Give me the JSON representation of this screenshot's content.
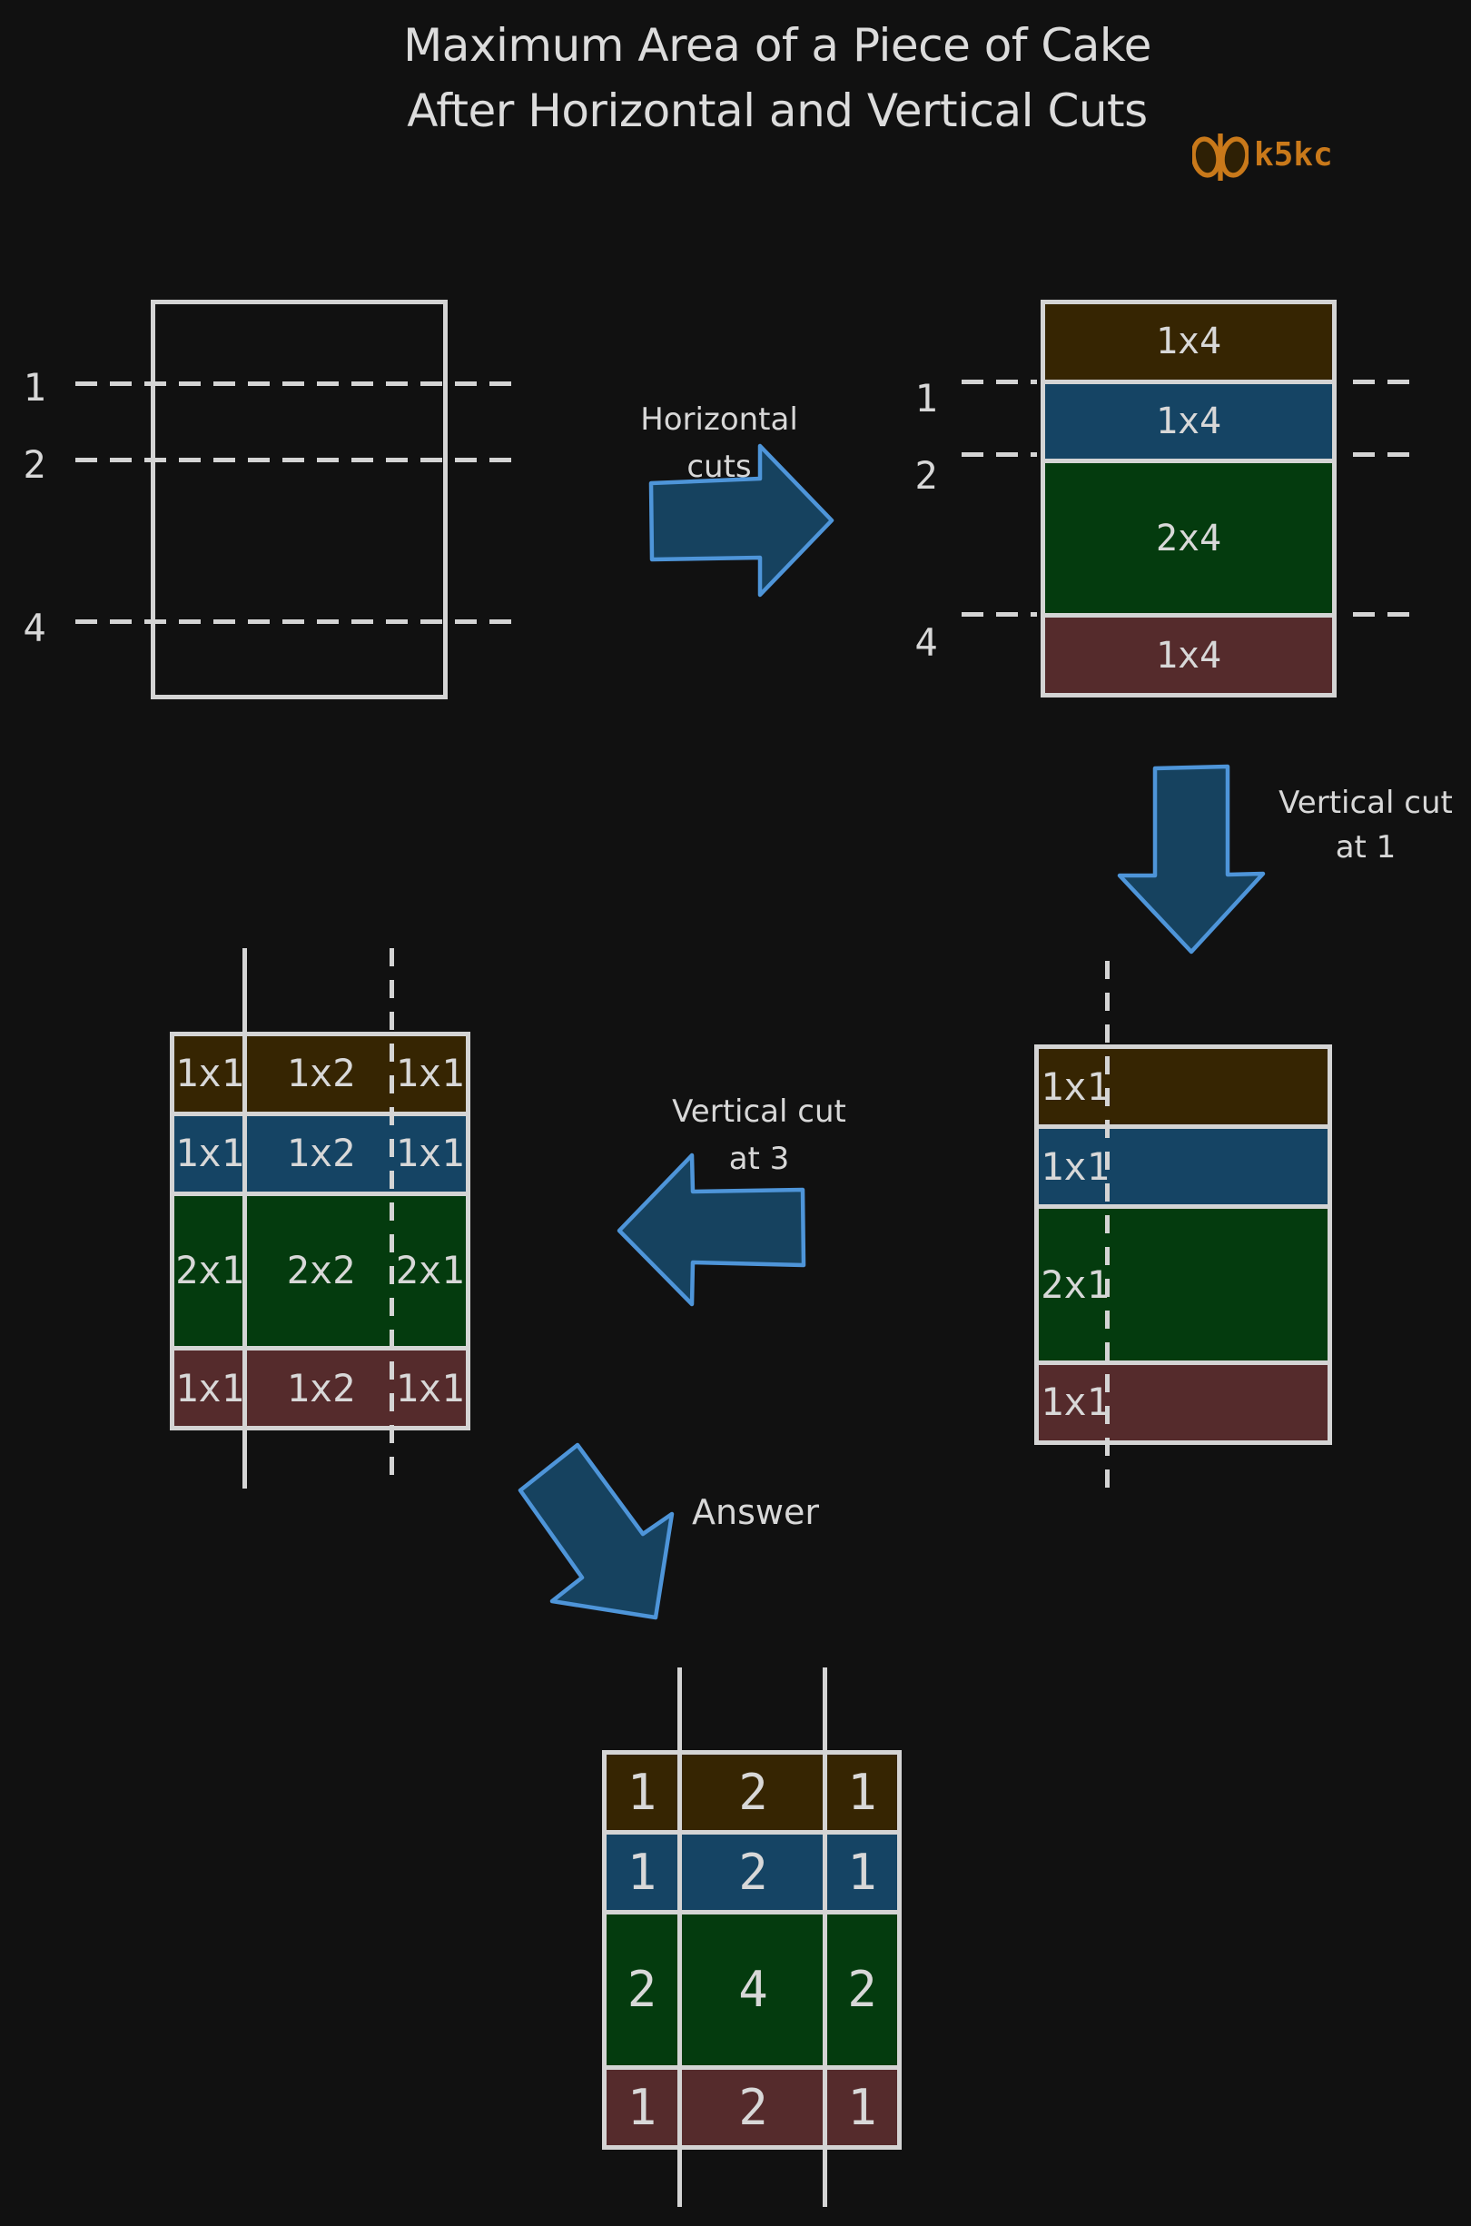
{
  "title": {
    "line1": "Maximum Area of a Piece of Cake",
    "line2": "After Horizontal and Vertical Cuts"
  },
  "logo": {
    "text": "k5kc"
  },
  "flow": {
    "horizontal_cuts": {
      "line1": "Horizontal",
      "line2": "cuts"
    },
    "vertical_cut_1": {
      "line1": "Vertical cut",
      "line2": "at 1"
    },
    "vertical_cut_3": {
      "line1": "Vertical cut",
      "line2": "at 3"
    },
    "answer": {
      "label": "Answer"
    }
  },
  "cakes": {
    "initial": {
      "cut_labels": [
        "1",
        "2",
        "4"
      ]
    },
    "after_horizontal_cuts": {
      "cut_labels": [
        "1",
        "2",
        "4"
      ],
      "pieces": [
        "1x4",
        "1x4",
        "2x4",
        "1x4"
      ]
    },
    "after_vertical_cut_at_1": {
      "pieces": [
        "1x1",
        "1x1",
        "2x1",
        "1x1"
      ]
    },
    "after_vertical_cut_at_3": {
      "rows": [
        [
          "1x1",
          "1x2",
          "1x1"
        ],
        [
          "1x1",
          "1x2",
          "1x1"
        ],
        [
          "2x1",
          "2x2",
          "2x1"
        ],
        [
          "1x1",
          "1x2",
          "1x1"
        ]
      ]
    },
    "answer_areas": {
      "rows": [
        [
          "1",
          "2",
          "1"
        ],
        [
          "1",
          "2",
          "1"
        ],
        [
          "2",
          "4",
          "2"
        ],
        [
          "1",
          "2",
          "1"
        ]
      ]
    }
  },
  "colors": {
    "background": "#111111",
    "text": "#d8d8d8",
    "grid_line": "#d4d4d4",
    "piece_brown": "#362502",
    "piece_blue": "#154464",
    "piece_green": "#043b0e",
    "piece_maroon": "#552b2c",
    "arrow_fill": "#16425f",
    "arrow_outline": "#4e95d9",
    "logo_orange": "#c9791a",
    "logo_leaf_fill": "#2e2005"
  }
}
